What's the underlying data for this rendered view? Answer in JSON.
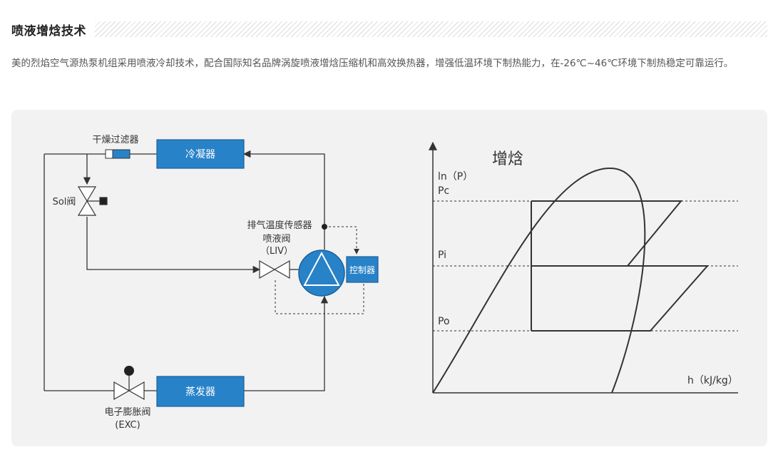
{
  "section": {
    "title": "喷液增焓技术"
  },
  "intro": {
    "text": "美的烈焰空气源热泵机组采用喷液冷却技术，配合国际知名品牌涡旋喷液增焓压缩机和高效换热器，增强低温环境下制热能力，在-26℃~46℃环境下制热稳定可靠运行。"
  },
  "circuit": {
    "condenser": "冷凝器",
    "evaporator": "蒸发器",
    "controller": "控制器",
    "dryer_filter": "干燥过滤器",
    "sol_valve": "Sol阀",
    "exhaust_sensor": "排气温度传感器",
    "liv_valve": "喷液阀",
    "liv_abbr": "（LIV）",
    "exv_valve": "电子膨胀阀",
    "exv_abbr": "(EXC)"
  },
  "ph_diagram": {
    "title": "增焓",
    "y_axis_label": "ln（P）",
    "x_axis_label": "h（kJ/kg）",
    "pressure_levels": [
      "Pc",
      "Pi",
      "Po"
    ]
  },
  "colors": {
    "component_fill": "#2882c8",
    "component_stroke": "#1a5f99",
    "line": "#333333",
    "panel_bg": "#f2f2f2"
  }
}
